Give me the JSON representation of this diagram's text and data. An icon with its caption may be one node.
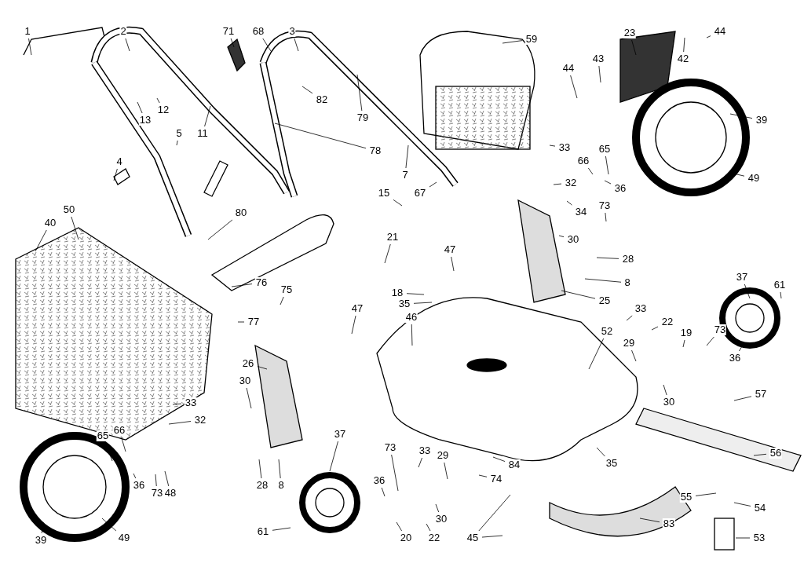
{
  "diagram": {
    "nodes": [
      {
        "text": [
          "1"
        ]
      },
      {
        "text": [
          "2"
        ]
      },
      {
        "text": [
          "71"
        ]
      },
      {
        "text": [
          "68"
        ]
      },
      {
        "text": [
          "3"
        ]
      },
      {
        "text": [
          "59"
        ]
      },
      {
        "text": [
          "23"
        ]
      },
      {
        "text": [
          "42"
        ]
      },
      {
        "text": [
          "44"
        ]
      },
      {
        "text": [
          "44"
        ]
      },
      {
        "text": [
          "43"
        ]
      },
      {
        "text": [
          "13"
        ]
      },
      {
        "text": [
          "12"
        ]
      },
      {
        "text": [
          "5"
        ]
      },
      {
        "text": [
          "11"
        ]
      },
      {
        "text": [
          "82"
        ]
      },
      {
        "text": [
          "79"
        ]
      },
      {
        "text": [
          "78"
        ]
      },
      {
        "text": [
          "39"
        ]
      },
      {
        "text": [
          "4"
        ]
      },
      {
        "text": [
          "7"
        ]
      },
      {
        "text": [
          "33"
        ]
      },
      {
        "text": [
          "66"
        ]
      },
      {
        "text": [
          "65"
        ]
      },
      {
        "text": [
          "32"
        ]
      },
      {
        "text": [
          "36"
        ]
      },
      {
        "text": [
          "49"
        ]
      },
      {
        "text": [
          "67"
        ]
      },
      {
        "text": [
          "15"
        ]
      },
      {
        "text": [
          "80"
        ]
      },
      {
        "text": [
          "34"
        ]
      },
      {
        "text": [
          "73"
        ]
      },
      {
        "text": [
          "30"
        ]
      },
      {
        "text": [
          "21"
        ]
      },
      {
        "text": [
          "50"
        ]
      },
      {
        "text": [
          "40"
        ]
      },
      {
        "text": [
          "28"
        ]
      },
      {
        "text": [
          "47"
        ]
      },
      {
        "text": [
          "8"
        ]
      },
      {
        "text": [
          "76"
        ]
      },
      {
        "text": [
          "75"
        ]
      },
      {
        "text": [
          "18"
        ]
      },
      {
        "text": [
          "35"
        ]
      },
      {
        "text": [
          "25"
        ]
      },
      {
        "text": [
          "37"
        ]
      },
      {
        "text": [
          "61"
        ]
      },
      {
        "text": [
          "33"
        ]
      },
      {
        "text": [
          "22"
        ]
      },
      {
        "text": [
          "46"
        ]
      },
      {
        "text": [
          "47"
        ]
      },
      {
        "text": [
          "77"
        ]
      },
      {
        "text": [
          "52"
        ]
      },
      {
        "text": [
          "73"
        ]
      },
      {
        "text": [
          "19"
        ]
      },
      {
        "text": [
          "36"
        ]
      },
      {
        "text": [
          "29"
        ]
      },
      {
        "text": [
          "26"
        ]
      },
      {
        "text": [
          "30"
        ]
      },
      {
        "text": [
          "57"
        ]
      },
      {
        "text": [
          "33"
        ]
      },
      {
        "text": [
          "32"
        ]
      },
      {
        "text": [
          "30"
        ]
      },
      {
        "text": [
          "66"
        ]
      },
      {
        "text": [
          "65"
        ]
      },
      {
        "text": [
          "37"
        ]
      },
      {
        "text": [
          "33"
        ]
      },
      {
        "text": [
          "29"
        ]
      },
      {
        "text": [
          "35"
        ]
      },
      {
        "text": [
          "56"
        ]
      },
      {
        "text": [
          "28"
        ]
      },
      {
        "text": [
          "8"
        ]
      },
      {
        "text": [
          "36"
        ]
      },
      {
        "text": [
          "73"
        ]
      },
      {
        "text": [
          "48"
        ]
      },
      {
        "text": [
          "36"
        ]
      },
      {
        "text": [
          "73"
        ]
      },
      {
        "text": [
          "74"
        ]
      },
      {
        "text": [
          "84"
        ]
      },
      {
        "text": [
          "55"
        ]
      },
      {
        "text": [
          "54"
        ]
      },
      {
        "text": [
          "39"
        ]
      },
      {
        "text": [
          "49"
        ]
      },
      {
        "text": [
          "61"
        ]
      },
      {
        "text": [
          "20"
        ]
      },
      {
        "text": [
          "22"
        ]
      },
      {
        "text": [
          "30"
        ]
      },
      {
        "text": [
          "45"
        ]
      },
      {
        "text": [
          "83"
        ]
      },
      {
        "text": [
          "53"
        ]
      }
    ],
    "edges": [
      {
        "from": 0,
        "to": null,
        "arrow": "none"
      },
      {
        "from": 1,
        "to": null,
        "arrow": "none"
      },
      {
        "from": 2,
        "to": null,
        "arrow": "none"
      },
      {
        "from": 3,
        "to": null,
        "arrow": "none"
      },
      {
        "from": 4,
        "to": null,
        "arrow": "none"
      },
      {
        "from": 5,
        "to": null,
        "arrow": "none"
      },
      {
        "from": 6,
        "to": null,
        "arrow": "none"
      },
      {
        "from": 7,
        "to": null,
        "arrow": "none"
      },
      {
        "from": 8,
        "to": null,
        "arrow": "none"
      },
      {
        "from": 9,
        "to": null,
        "arrow": "none"
      },
      {
        "from": 10,
        "to": null,
        "arrow": "none"
      },
      {
        "from": 11,
        "to": null,
        "arrow": "none"
      },
      {
        "from": 12,
        "to": null,
        "arrow": "none"
      },
      {
        "from": 13,
        "to": null,
        "arrow": "none"
      },
      {
        "from": 14,
        "to": null,
        "arrow": "none"
      },
      {
        "from": 15,
        "to": null,
        "arrow": "none"
      },
      {
        "from": 16,
        "to": null,
        "arrow": "none"
      },
      {
        "from": 17,
        "to": null,
        "arrow": "none"
      },
      {
        "from": 18,
        "to": null,
        "arrow": "none"
      },
      {
        "from": 19,
        "to": null,
        "arrow": "none"
      },
      {
        "from": 20,
        "to": null,
        "arrow": "none"
      },
      {
        "from": 21,
        "to": null,
        "arrow": "none"
      },
      {
        "from": 22,
        "to": null,
        "arrow": "none"
      },
      {
        "from": 23,
        "to": null,
        "arrow": "none"
      },
      {
        "from": 24,
        "to": null,
        "arrow": "none"
      },
      {
        "from": 25,
        "to": null,
        "arrow": "none"
      },
      {
        "from": 26,
        "to": null,
        "arrow": "none"
      },
      {
        "from": 27,
        "to": null,
        "arrow": "none"
      },
      {
        "from": 28,
        "to": null,
        "arrow": "none"
      },
      {
        "from": 29,
        "to": null,
        "arrow": "none"
      },
      {
        "from": 30,
        "to": null,
        "arrow": "none"
      },
      {
        "from": 31,
        "to": null,
        "arrow": "none"
      },
      {
        "from": 32,
        "to": null,
        "arrow": "none"
      },
      {
        "from": 33,
        "to": null,
        "arrow": "none"
      },
      {
        "from": 34,
        "to": null,
        "arrow": "none"
      },
      {
        "from": 35,
        "to": null,
        "arrow": "none"
      },
      {
        "from": 36,
        "to": null,
        "arrow": "none"
      },
      {
        "from": 37,
        "to": null,
        "arrow": "none"
      },
      {
        "from": 38,
        "to": null,
        "arrow": "none"
      },
      {
        "from": 39,
        "to": null,
        "arrow": "none"
      },
      {
        "from": 40,
        "to": null,
        "arrow": "none"
      },
      {
        "from": 41,
        "to": null,
        "arrow": "none"
      },
      {
        "from": 42,
        "to": null,
        "arrow": "none"
      },
      {
        "from": 43,
        "to": null,
        "arrow": "none"
      },
      {
        "from": 44,
        "to": null,
        "arrow": "none"
      },
      {
        "from": 45,
        "to": null,
        "arrow": "none"
      },
      {
        "from": 46,
        "to": null,
        "arrow": "none"
      },
      {
        "from": 47,
        "to": null,
        "arrow": "none"
      },
      {
        "from": 48,
        "to": null,
        "arrow": "none"
      },
      {
        "from": 49,
        "to": null,
        "arrow": "none"
      },
      {
        "from": 50,
        "to": null,
        "arrow": "none"
      },
      {
        "from": 51,
        "to": null,
        "arrow": "none"
      },
      {
        "from": 52,
        "to": null,
        "arrow": "none"
      },
      {
        "from": 53,
        "to": null,
        "arrow": "none"
      },
      {
        "from": 54,
        "to": null,
        "arrow": "none"
      },
      {
        "from": 55,
        "to": null,
        "arrow": "none"
      },
      {
        "from": 56,
        "to": null,
        "arrow": "none"
      },
      {
        "from": 57,
        "to": null,
        "arrow": "none"
      },
      {
        "from": 58,
        "to": null,
        "arrow": "none"
      },
      {
        "from": 59,
        "to": null,
        "arrow": "none"
      },
      {
        "from": 60,
        "to": null,
        "arrow": "none"
      },
      {
        "from": 61,
        "to": null,
        "arrow": "none"
      },
      {
        "from": 62,
        "to": null,
        "arrow": "none"
      },
      {
        "from": 63,
        "to": null,
        "arrow": "none"
      },
      {
        "from": 64,
        "to": null,
        "arrow": "none"
      },
      {
        "from": 65,
        "to": null,
        "arrow": "none"
      },
      {
        "from": 66,
        "to": null,
        "arrow": "none"
      },
      {
        "from": 67,
        "to": null,
        "arrow": "none"
      },
      {
        "from": 68,
        "to": null,
        "arrow": "none"
      },
      {
        "from": 69,
        "to": null,
        "arrow": "none"
      },
      {
        "from": 70,
        "to": null,
        "arrow": "none"
      },
      {
        "from": 71,
        "to": null,
        "arrow": "none"
      },
      {
        "from": 72,
        "to": null,
        "arrow": "none"
      },
      {
        "from": 73,
        "to": null,
        "arrow": "none"
      },
      {
        "from": 74,
        "to": null,
        "arrow": "none"
      },
      {
        "from": 75,
        "to": null,
        "arrow": "none"
      },
      {
        "from": 76,
        "to": null,
        "arrow": "none"
      },
      {
        "from": 77,
        "to": null,
        "arrow": "none"
      },
      {
        "from": 78,
        "to": null,
        "arrow": "none"
      },
      {
        "from": 79,
        "to": null,
        "arrow": "none"
      },
      {
        "from": 80,
        "to": null,
        "arrow": "none"
      },
      {
        "from": 81,
        "to": null,
        "arrow": "none"
      },
      {
        "from": 82,
        "to": null,
        "arrow": "none"
      },
      {
        "from": 83,
        "to": null,
        "arrow": "none"
      },
      {
        "from": 84,
        "to": null,
        "arrow": "none"
      },
      {
        "from": 85,
        "to": null,
        "arrow": "none"
      },
      {
        "from": 86,
        "to": null,
        "arrow": "none"
      },
      {
        "from": 86,
        "to": null,
        "arrow": "none"
      },
      {
        "from": 87,
        "to": null,
        "arrow": "none"
      },
      {
        "from": 88,
        "to": null,
        "arrow": "none"
      }
    ]
  }
}
